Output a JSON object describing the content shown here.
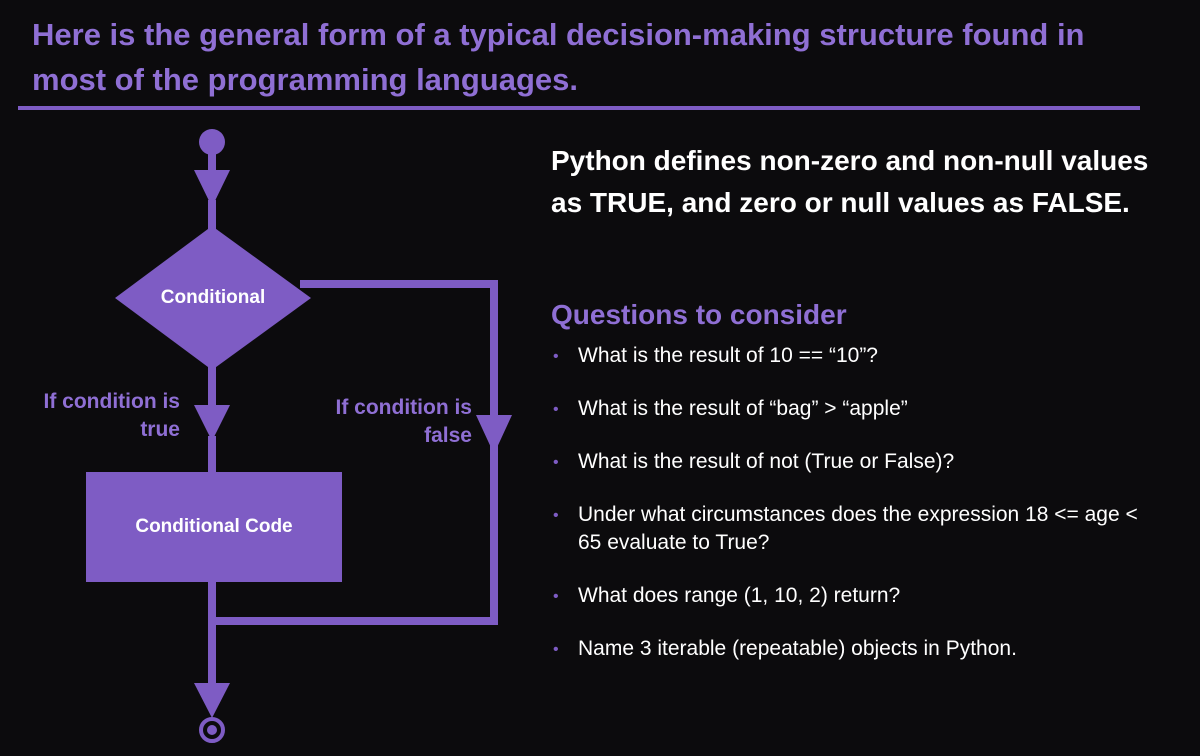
{
  "slide": {
    "title": "Here is the general form of a typical decision-making structure found in most of the programming languages."
  },
  "flowchart": {
    "decision_label": "Conditional",
    "process_label": "Conditional Code",
    "true_label": "If condition is true",
    "false_label": "If condition is false",
    "accent_color": "#7e5cc4"
  },
  "content": {
    "intro": "Python defines non-zero and non-null values as TRUE, and zero or null values as FALSE.",
    "questions_heading": "Questions to consider",
    "questions": [
      "What is the result of 10 == “10”?",
      "What is the result of “bag” > “apple”",
      "What is the result of not (True or False)?",
      "Under what circumstances does the expression 18 <= age < 65 evaluate to True?",
      "What does range (1, 10, 2) return?",
      "Name 3 iterable (repeatable) objects in Python."
    ]
  }
}
